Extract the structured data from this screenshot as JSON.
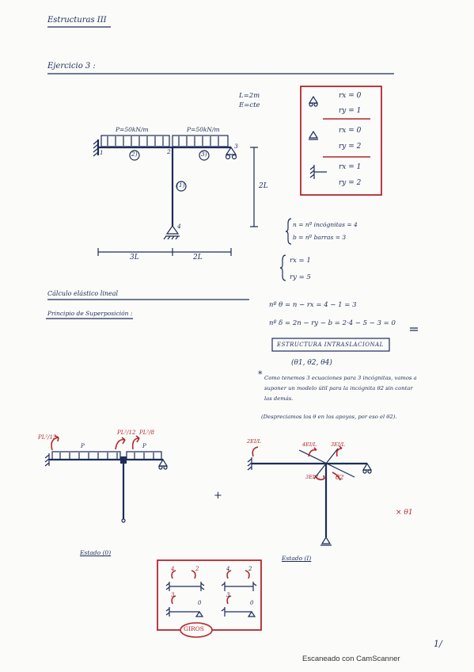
{
  "header": {
    "title": "Estructuras III",
    "exercise": "Ejercicio 3 :"
  },
  "beam": {
    "load_left": "P=50kN/m",
    "load_right": "P=50kN/m",
    "L_def": "L=2m",
    "E_def": "E=cte",
    "bar_a": "(2)",
    "bar_b": "(3)",
    "bar_c": "(1)",
    "node_1": "1",
    "node_2": "2",
    "node_3": "3",
    "node_4": "4",
    "dim_left": "3L",
    "dim_right": "2L",
    "dim_height": "2L"
  },
  "legend_box": {
    "r1x": "rx = 0",
    "r1y": "ry = 1",
    "r2x": "rx = 0",
    "r2y": "ry = 2",
    "r3x": "rx = 1",
    "r3y": "ry = 2"
  },
  "counts": {
    "n": "n = nº incógnitas = 4",
    "b": "b = nº barras = 3",
    "rx": "rx = 1",
    "ry": "ry = 5",
    "theta": "nº θ = n − rx = 4 − 1 = 3",
    "delta": "nº δ = 2n − ry − b = 2·4 − 5 − 3 = 0"
  },
  "structure_type": "Estructura intraslacional",
  "unknowns": "(θ1, θ2, θ4)",
  "method": {
    "title": "Cálculo elástico lineal",
    "principle": "Principio de Superposición :"
  },
  "note": {
    "line1": "Como tenemos 3 ecuaciones para 3 incógnitas, vamos a",
    "line2": "suponer un modelo útil para la incógnita θ2 sin contar",
    "line3": "las demás.",
    "line4": "(Despreciamos los θ en los apoyos, por eso el θ2)."
  },
  "estado0": {
    "m1": "PL²/12",
    "m2": "PL²/12",
    "m3": "PL²/8",
    "p1": "P",
    "p2": "P",
    "caption": "Estado (0)"
  },
  "plus": "+",
  "estado1": {
    "m1": "2EI/L",
    "m2": "4EI/L",
    "m3": "3EI/L",
    "m4": "3EI/L",
    "theta2": "θ2",
    "caption": "Estado (I)",
    "factor": "× θ1"
  },
  "giros": {
    "a": "4",
    "b": "2",
    "c": "4",
    "d": "2",
    "e": "3",
    "f": "0",
    "g": "3",
    "h": "0",
    "label": "GIROS"
  },
  "page_number": "1/",
  "footer": "Escaneado con CamScanner"
}
